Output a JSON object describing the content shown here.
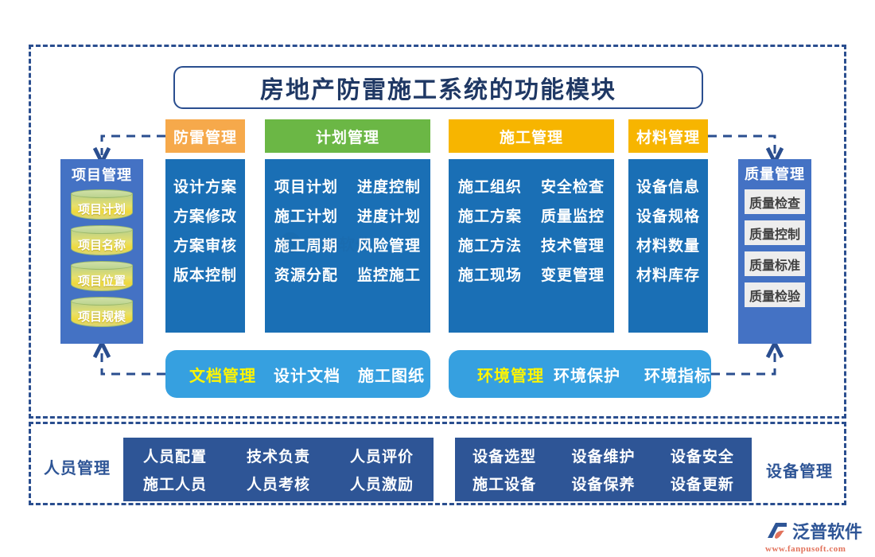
{
  "title": "房地产防雷施工系统的功能模块",
  "categories": {
    "lightning": {
      "header": "防雷管理",
      "color": "#F6A94B",
      "items": [
        "设计方案",
        "方案修改",
        "方案审核",
        "版本控制"
      ]
    },
    "plan": {
      "header": "计划管理",
      "color": "#6BB745",
      "items_left": [
        "项目计划",
        "施工计划",
        "施工周期",
        "资源分配"
      ],
      "items_right": [
        "进度控制",
        "进度计划",
        "风险管理",
        "监控施工"
      ]
    },
    "construction": {
      "header": "施工管理",
      "color": "#F7B500",
      "items_left": [
        "施工组织",
        "施工方案",
        "施工方法",
        "施工现场"
      ],
      "items_right": [
        "安全检查",
        "质量监控",
        "技术管理",
        "变更管理"
      ]
    },
    "material": {
      "header": "材料管理",
      "color": "#F7B500",
      "items": [
        "设备信息",
        "设备规格",
        "材料数量",
        "材料库存"
      ]
    }
  },
  "project": {
    "title": "项目管理",
    "items": [
      "项目计划",
      "项目名称",
      "项目位置",
      "项目规模"
    ]
  },
  "quality": {
    "title": "质量管理",
    "items": [
      "质量检查",
      "质量控制",
      "质量标准",
      "质量检验"
    ]
  },
  "document": {
    "lead": "文档管理",
    "items": [
      "设计文档",
      "施工图纸"
    ]
  },
  "environment": {
    "lead": "环境管理",
    "items": [
      "环境保护",
      "环境指标"
    ]
  },
  "personnel": {
    "label": "人员管理",
    "row1": [
      "人员配置",
      "技术负责",
      "人员评价"
    ],
    "row2": [
      "施工人员",
      "人员考核",
      "人员激励"
    ]
  },
  "equipment": {
    "label": "设备管理",
    "row1": [
      "设备选型",
      "设备维护",
      "设备安全"
    ],
    "row2": [
      "施工设备",
      "设备保养",
      "设备更新"
    ]
  },
  "watermark": {
    "text": "泛普软件"
  },
  "logo": {
    "name": "泛普软件",
    "url": "www.fanpusoft.com"
  }
}
